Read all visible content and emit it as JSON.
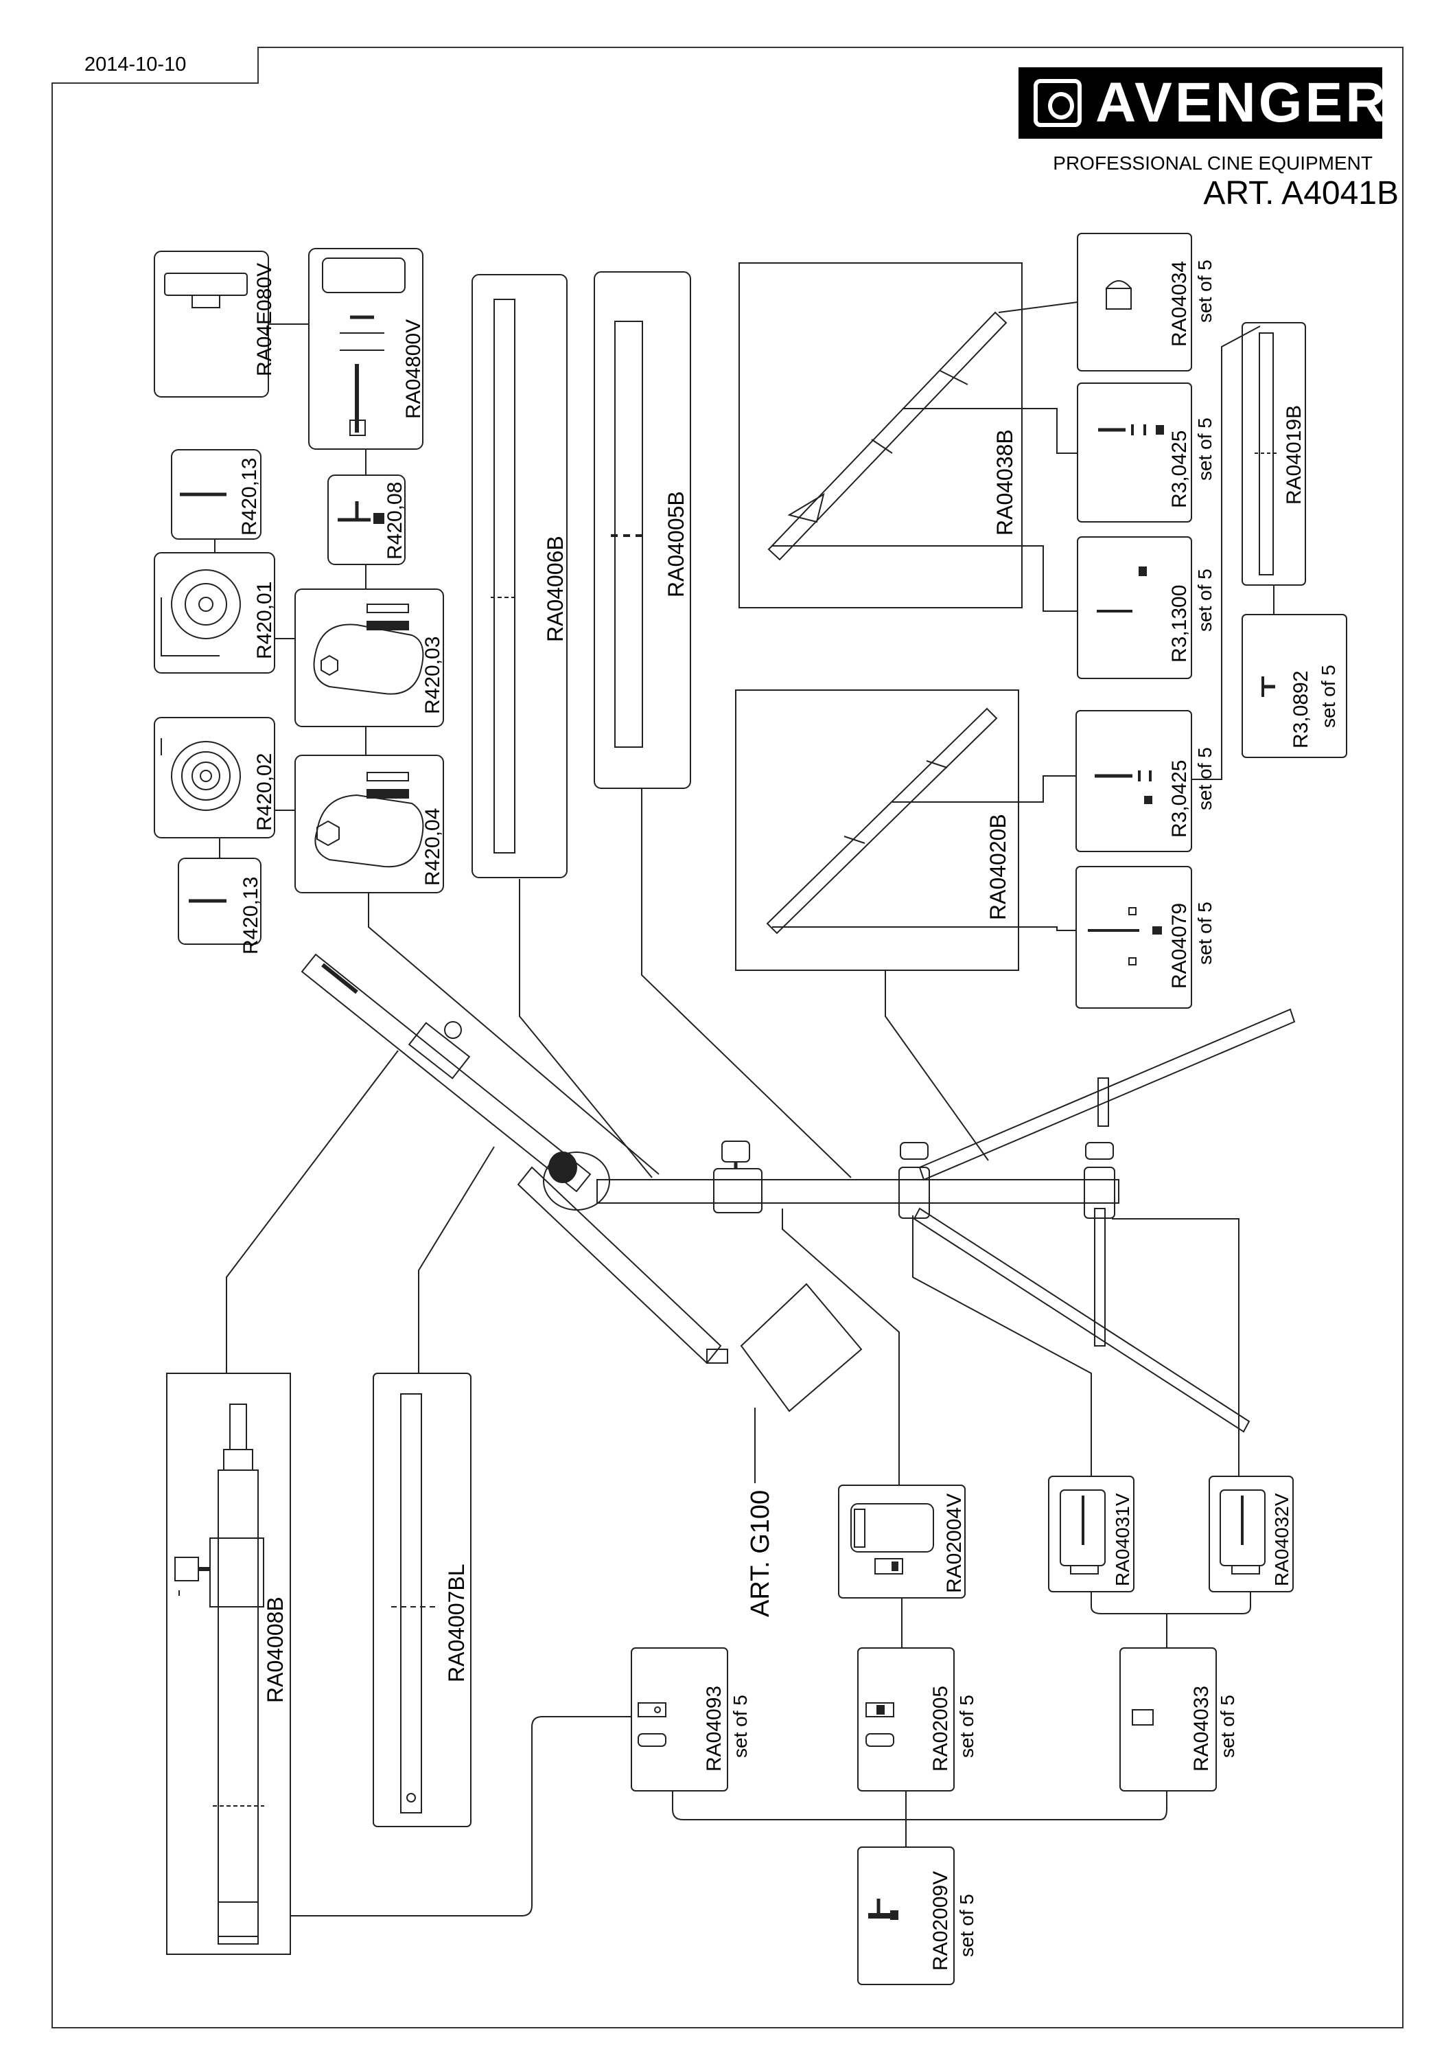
{
  "header": {
    "date": "2014-10-10",
    "brand": "AVENGER",
    "tagline": "PROFESSIONAL CINE EQUIPMENT",
    "article": "ART. A4041B"
  },
  "parts": [
    {
      "id": "RA04E080V"
    },
    {
      "id": "RA04800V"
    },
    {
      "id": "R420,13"
    },
    {
      "id": "R420,08"
    },
    {
      "id": "R420,01"
    },
    {
      "id": "R420,03"
    },
    {
      "id": "R420,02"
    },
    {
      "id": "R420,04"
    },
    {
      "id": "R420,13"
    },
    {
      "id": "RA04006B"
    },
    {
      "id": "RA04005B"
    },
    {
      "id": "RA04038B"
    },
    {
      "id": "RA04034",
      "note": "set of 5"
    },
    {
      "id": "R3,0425",
      "note": "set of 5"
    },
    {
      "id": "R3,1300",
      "note": "set of 5"
    },
    {
      "id": "RA04019B"
    },
    {
      "id": "R3,0892",
      "note": "set of 5"
    },
    {
      "id": "RA04020B"
    },
    {
      "id": "R3,0425",
      "note": "set of 5"
    },
    {
      "id": "RA04079",
      "note": "set of 5"
    },
    {
      "id": "RA04008B"
    },
    {
      "id": "RA04007BL"
    },
    {
      "id": "ART. G100"
    },
    {
      "id": "RA02004V"
    },
    {
      "id": "RA04031V"
    },
    {
      "id": "RA04032V"
    },
    {
      "id": "RA04093",
      "note": "set of 5"
    },
    {
      "id": "RA02005",
      "note": "set of 5"
    },
    {
      "id": "RA04033",
      "note": "set of 5"
    },
    {
      "id": "RA02009V",
      "note": "set of 5"
    }
  ]
}
